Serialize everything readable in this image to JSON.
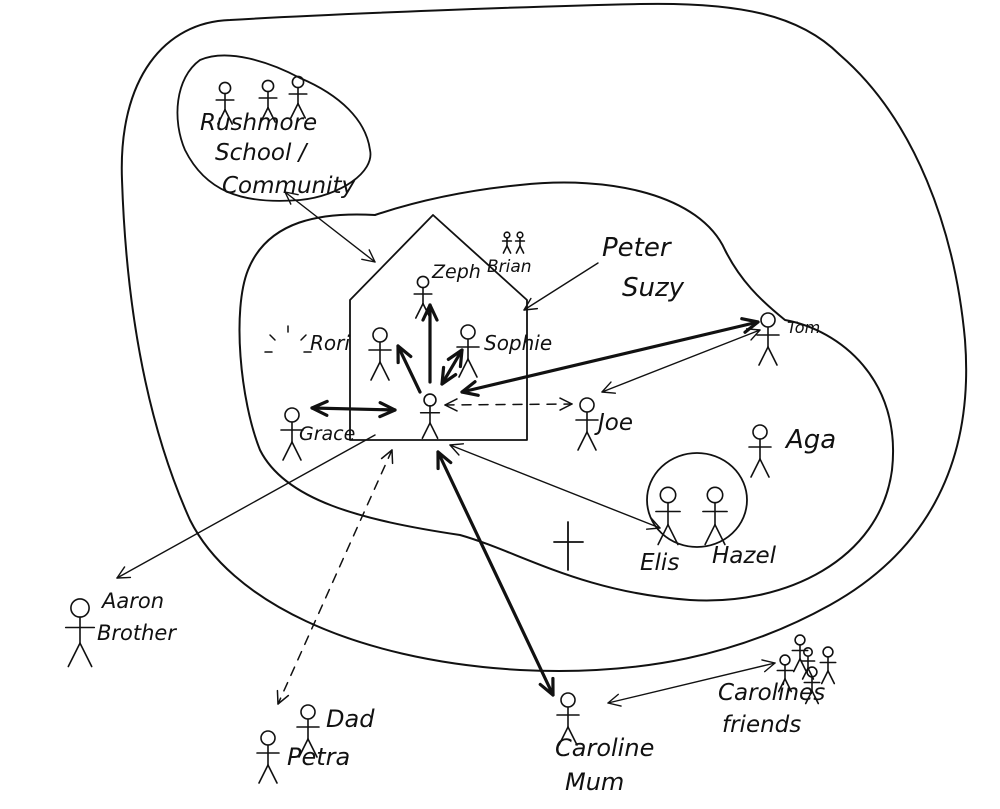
{
  "diagram": {
    "type": "hand-drawn relationship map",
    "ink_color": "#111111",
    "paper_color": "#ffffff",
    "nodes": [
      {
        "id": "rushmere",
        "label_lines": [
          "Rushmore",
          "School /",
          "Community"
        ],
        "figures": 3,
        "zone": "outer"
      },
      {
        "id": "zeph",
        "label_lines": [
          "Zeph"
        ],
        "figures": 1,
        "zone": "home"
      },
      {
        "id": "brian",
        "label_lines": [
          "Brian"
        ],
        "figures": 2,
        "zone": "home"
      },
      {
        "id": "peter-suzy",
        "label_lines": [
          "Peter",
          "Suzy"
        ],
        "figures": 0,
        "zone": "middle"
      },
      {
        "id": "rori",
        "label_lines": [
          "Rori"
        ],
        "figures": 1,
        "zone": "home"
      },
      {
        "id": "sophie",
        "label_lines": [
          "Sophie"
        ],
        "figures": 1,
        "zone": "home"
      },
      {
        "id": "ego",
        "label_lines": [],
        "figures": 1,
        "zone": "home"
      },
      {
        "id": "grace",
        "label_lines": [
          "Grace"
        ],
        "figures": 1,
        "zone": "home"
      },
      {
        "id": "tom",
        "label_lines": [
          "Tom"
        ],
        "figures": 1,
        "zone": "middle"
      },
      {
        "id": "joe",
        "label_lines": [
          "Joe"
        ],
        "figures": 1,
        "zone": "middle"
      },
      {
        "id": "aga",
        "label_lines": [
          "Aga"
        ],
        "figures": 1,
        "zone": "middle"
      },
      {
        "id": "elis-hazel",
        "label_lines": [
          "Elis",
          "Hazel"
        ],
        "figures": 2,
        "zone": "middle"
      },
      {
        "id": "aaron",
        "label_lines": [
          "Aaron",
          "Brother"
        ],
        "figures": 1,
        "zone": "outside"
      },
      {
        "id": "dad-petra",
        "label_lines": [
          "Dad",
          "Petra"
        ],
        "figures": 2,
        "zone": "outside"
      },
      {
        "id": "caroline",
        "label_lines": [
          "Caroline",
          "Mum"
        ],
        "figures": 1,
        "zone": "outside"
      },
      {
        "id": "carolines-friends",
        "label_lines": [
          "Carolines",
          "friends"
        ],
        "figures": 5,
        "zone": "outside"
      }
    ],
    "connections": [
      {
        "from": "ego",
        "to": "rori",
        "style": "bold",
        "arrows": "end"
      },
      {
        "from": "ego",
        "to": "zeph",
        "style": "bold",
        "arrows": "end"
      },
      {
        "from": "ego",
        "to": "sophie",
        "style": "bold",
        "arrows": "both"
      },
      {
        "from": "ego",
        "to": "grace",
        "style": "bold",
        "arrows": "both"
      },
      {
        "from": "ego",
        "to": "tom",
        "style": "bold",
        "arrows": "both"
      },
      {
        "from": "ego",
        "to": "joe",
        "style": "dashed",
        "arrows": "both"
      },
      {
        "from": "ego",
        "to": "caroline",
        "style": "bold",
        "arrows": "both"
      },
      {
        "from": "ego",
        "to": "elis-hazel",
        "style": "thin",
        "arrows": "both"
      },
      {
        "from": "ego",
        "to": "aaron",
        "style": "thin",
        "arrows": "end"
      },
      {
        "from": "ego",
        "to": "dad-petra",
        "style": "dashed",
        "arrows": "both"
      },
      {
        "from": "home",
        "to": "rushmere",
        "style": "thin",
        "arrows": "both"
      },
      {
        "from": "home",
        "to": "peter-suzy",
        "style": "thin",
        "arrows": "end"
      },
      {
        "from": "tom",
        "to": "joe",
        "style": "thin",
        "arrows": "both"
      },
      {
        "from": "caroline",
        "to": "carolines-friends",
        "style": "thin",
        "arrows": "both"
      }
    ]
  }
}
